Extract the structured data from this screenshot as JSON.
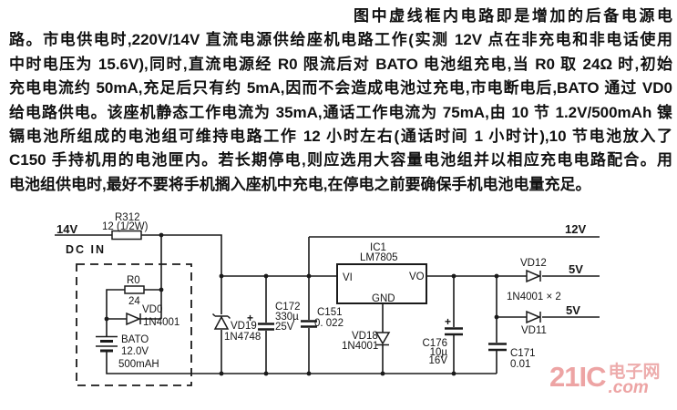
{
  "article": {
    "lines": [
      "图中虚线框内电路即是增加的后备电源电",
      "路。市电供电时,220V/14V 直流电源供给座机电路工作(实测 12V 点在非充电和非电话使用",
      "中时电压为 15.6V),同时,直流电源经 R0 限流后对 BATO 电池组充电,当 R0 取 24Ω 时,初始",
      "充电电流约 50mA,充足后只有约 5mA,因而不会造成电池过充电,市电断电后,BATO 通过 VD0",
      "给电路供电。该座机静态工作电流为 35mA,通话工作电流为 75mA,由 10 节 1.2V/500mAh 镍",
      "镉电池所组成的电池组可维持电路工作 12 小时左右(通话时间 1 小时计),10 节电池放入了",
      "C150 手持机用的电池匣内。若长期停电,则应选用大容量电池组并以相应充电电路配合。用",
      "电池组供电时,最好不要将手机搁入座机中充电,在停电之前要确保手机电池电量充足。"
    ]
  },
  "schematic": {
    "labels": {
      "input_voltage": "14V",
      "dc_in": "DC IN",
      "r312_name": "R312",
      "r312_value": "12 (1/2W)",
      "r0_name": "R0",
      "r0_value": "24",
      "vd0_name": "VD0",
      "vd0_value": "1N4001",
      "bat_name": "BATO",
      "bat_voltage": "12.0V",
      "bat_capacity": "500mAH",
      "vd19_name": "VD19",
      "vd19_value": "1N4748",
      "c172_plus": "+",
      "c172_name": "C172",
      "c172_value": "330µ",
      "c172_voltage": "25V",
      "c151_name": "C151",
      "c151_value": "0. 022",
      "ic1_name": "IC1",
      "ic1_part": "LM7805",
      "ic1_pin_in": "VI",
      "ic1_pin_out": "VO",
      "ic1_pin_gnd": "GND",
      "vd18_name": "VD18",
      "vd18_value": "1N4001",
      "c176_plus": "+",
      "c176_name": "C176",
      "c176_value": "10µ",
      "c176_voltage": "16V",
      "c171_name": "C171",
      "c171_value": "0.01",
      "vd12_name": "VD12",
      "diode_pair_value": "1N4001 × 2",
      "vd11_name": "VD11",
      "rail_12v": "12V",
      "rail_5v_top": "5V",
      "rail_5v_bottom": "5V"
    }
  },
  "watermark": {
    "brand": "21IC",
    "cn": "电子网",
    "suffix": ".com",
    "color": "#eda4a4"
  }
}
